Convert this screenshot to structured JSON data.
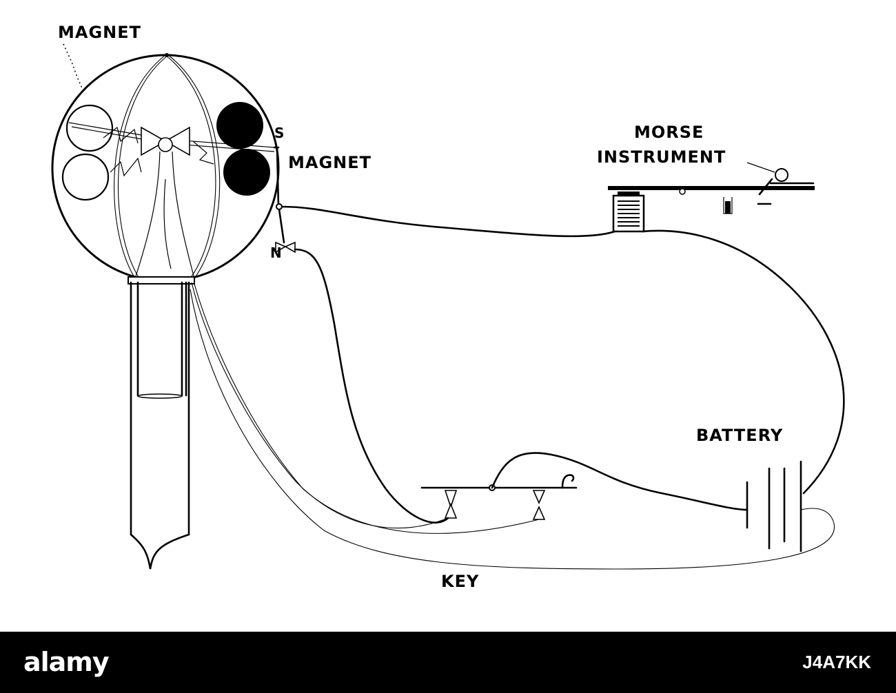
{
  "labels": {
    "magnet_top": "MAGNET",
    "pole_s": "S",
    "magnet_right": "MAGNET",
    "pole_n": "N",
    "morse_line1": "MORSE",
    "morse_line2": "INSTRUMENT",
    "battery": "BATTERY",
    "key": "KEY"
  },
  "watermark": {
    "logo": "alamy",
    "code": "J4A7KK"
  },
  "colors": {
    "ink": "#000000",
    "paper": "#ffffff",
    "watermark_bg": "#000000",
    "watermark_text": "#ffffff"
  }
}
